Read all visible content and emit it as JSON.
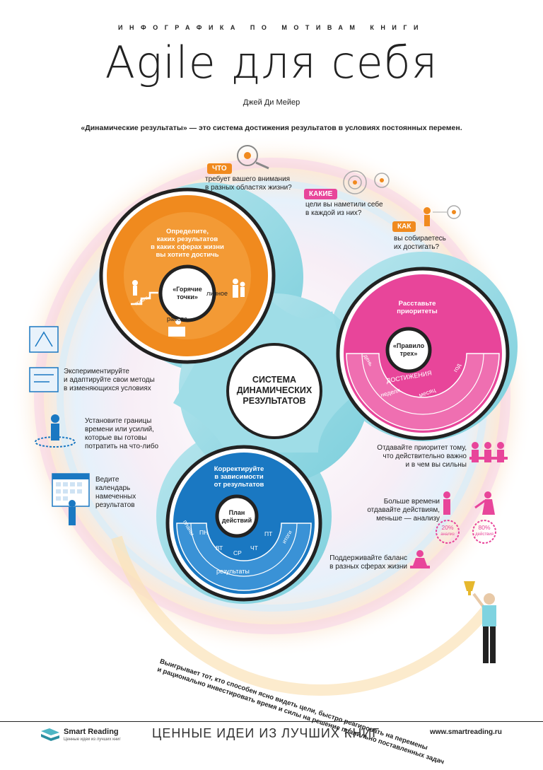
{
  "header": {
    "supertitle": "ИНФОГРАФИКА ПО МОТИВАМ КНИГИ",
    "title": "Agile для себя",
    "author": "Джей Ди Мейер",
    "subtitle": "«Динамические результаты» — это система достижения результатов в условиях постоянных перемен."
  },
  "questions": [
    {
      "badge": "ЧТО",
      "text": [
        "требует вашего внимания",
        "в разных областях жизни?"
      ]
    },
    {
      "badge": "КАКИЕ",
      "text": [
        "цели вы наметили себе",
        "в каждой из них?"
      ]
    },
    {
      "badge": "КАК",
      "text": [
        "вы собираетесь",
        "их достигать?"
      ]
    }
  ],
  "orange": {
    "text": [
      "Определите,",
      "каких результатов",
      "в каких сферах жизни",
      "вы хотите достичь"
    ],
    "hub": [
      "«Горячие",
      "точки»"
    ],
    "labels": {
      "life": "жизнь",
      "personal": "личное",
      "work": "работа"
    },
    "color": "#f08a1e"
  },
  "pink": {
    "text": [
      "Расставьте",
      "приоритеты"
    ],
    "hub": [
      "«Правило",
      "трех»"
    ],
    "labels": {
      "day": "день",
      "achievements": "ДОСТИЖЕНИЯ",
      "week": "неделя",
      "month": "месяц",
      "year": "год"
    },
    "color": "#e8459a"
  },
  "blue": {
    "text": [
      "Корректируйте",
      "в зависимости",
      "от результатов"
    ],
    "hub": [
      "План",
      "действий"
    ],
    "labels": {
      "plans": "планы",
      "mon": "ПН",
      "tue": "ВТ",
      "wed": "СР",
      "thu": "ЧТ",
      "fri": "ПТ",
      "totals": "итоги",
      "results": "результаты"
    },
    "color": "#1a78c2"
  },
  "center": [
    "СИСТЕМА",
    "ДИНАМИЧЕСКИХ",
    "РЕЗУЛЬТАТОВ"
  ],
  "left_tips": [
    {
      "text": [
        "Экспериментируйте",
        "и адаптируйте свои методы",
        "в изменяющихся условиях"
      ]
    },
    {
      "text": [
        "Установите границы",
        "времени или усилий,",
        "которые вы готовы",
        "потратить на что-либо"
      ]
    },
    {
      "text": [
        "Ведите",
        "календарь",
        "намеченных",
        "результатов"
      ]
    }
  ],
  "right_tips": [
    {
      "text": [
        "Отдавайте приоритет тому,",
        "что действительно важно",
        "и в чем вы сильны"
      ]
    },
    {
      "text": [
        "Больше времени",
        "отдавайте действиям,",
        "меньше — анализу"
      ]
    },
    {
      "text": [
        "Поддерживайте баланс",
        "в разных сферах жизни"
      ]
    }
  ],
  "percent": {
    "analysis_value": "20%",
    "analysis_label": "анализ",
    "action_value": "80%",
    "action_label": "действия"
  },
  "bottom_quote": [
    "Выигрывает тот, кто способен ясно видеть цели, быстро реагировать на перемены",
    "и рационально инвестировать время и силы на решение правильно поставленных задач"
  ],
  "footer": {
    "logo_name": "Smart Reading",
    "logo_tag": "Ценные идеи из лучших книг",
    "slogan": "ЦЕННЫЕ ИДЕИ ИЗ ЛУЧШИХ КНИГ",
    "url": "www.smartreading.ru"
  },
  "colors": {
    "orange": "#f08a1e",
    "pink": "#e8459a",
    "blue": "#1a78c2",
    "teal": "#7fd3e0",
    "ink": "#222222"
  }
}
